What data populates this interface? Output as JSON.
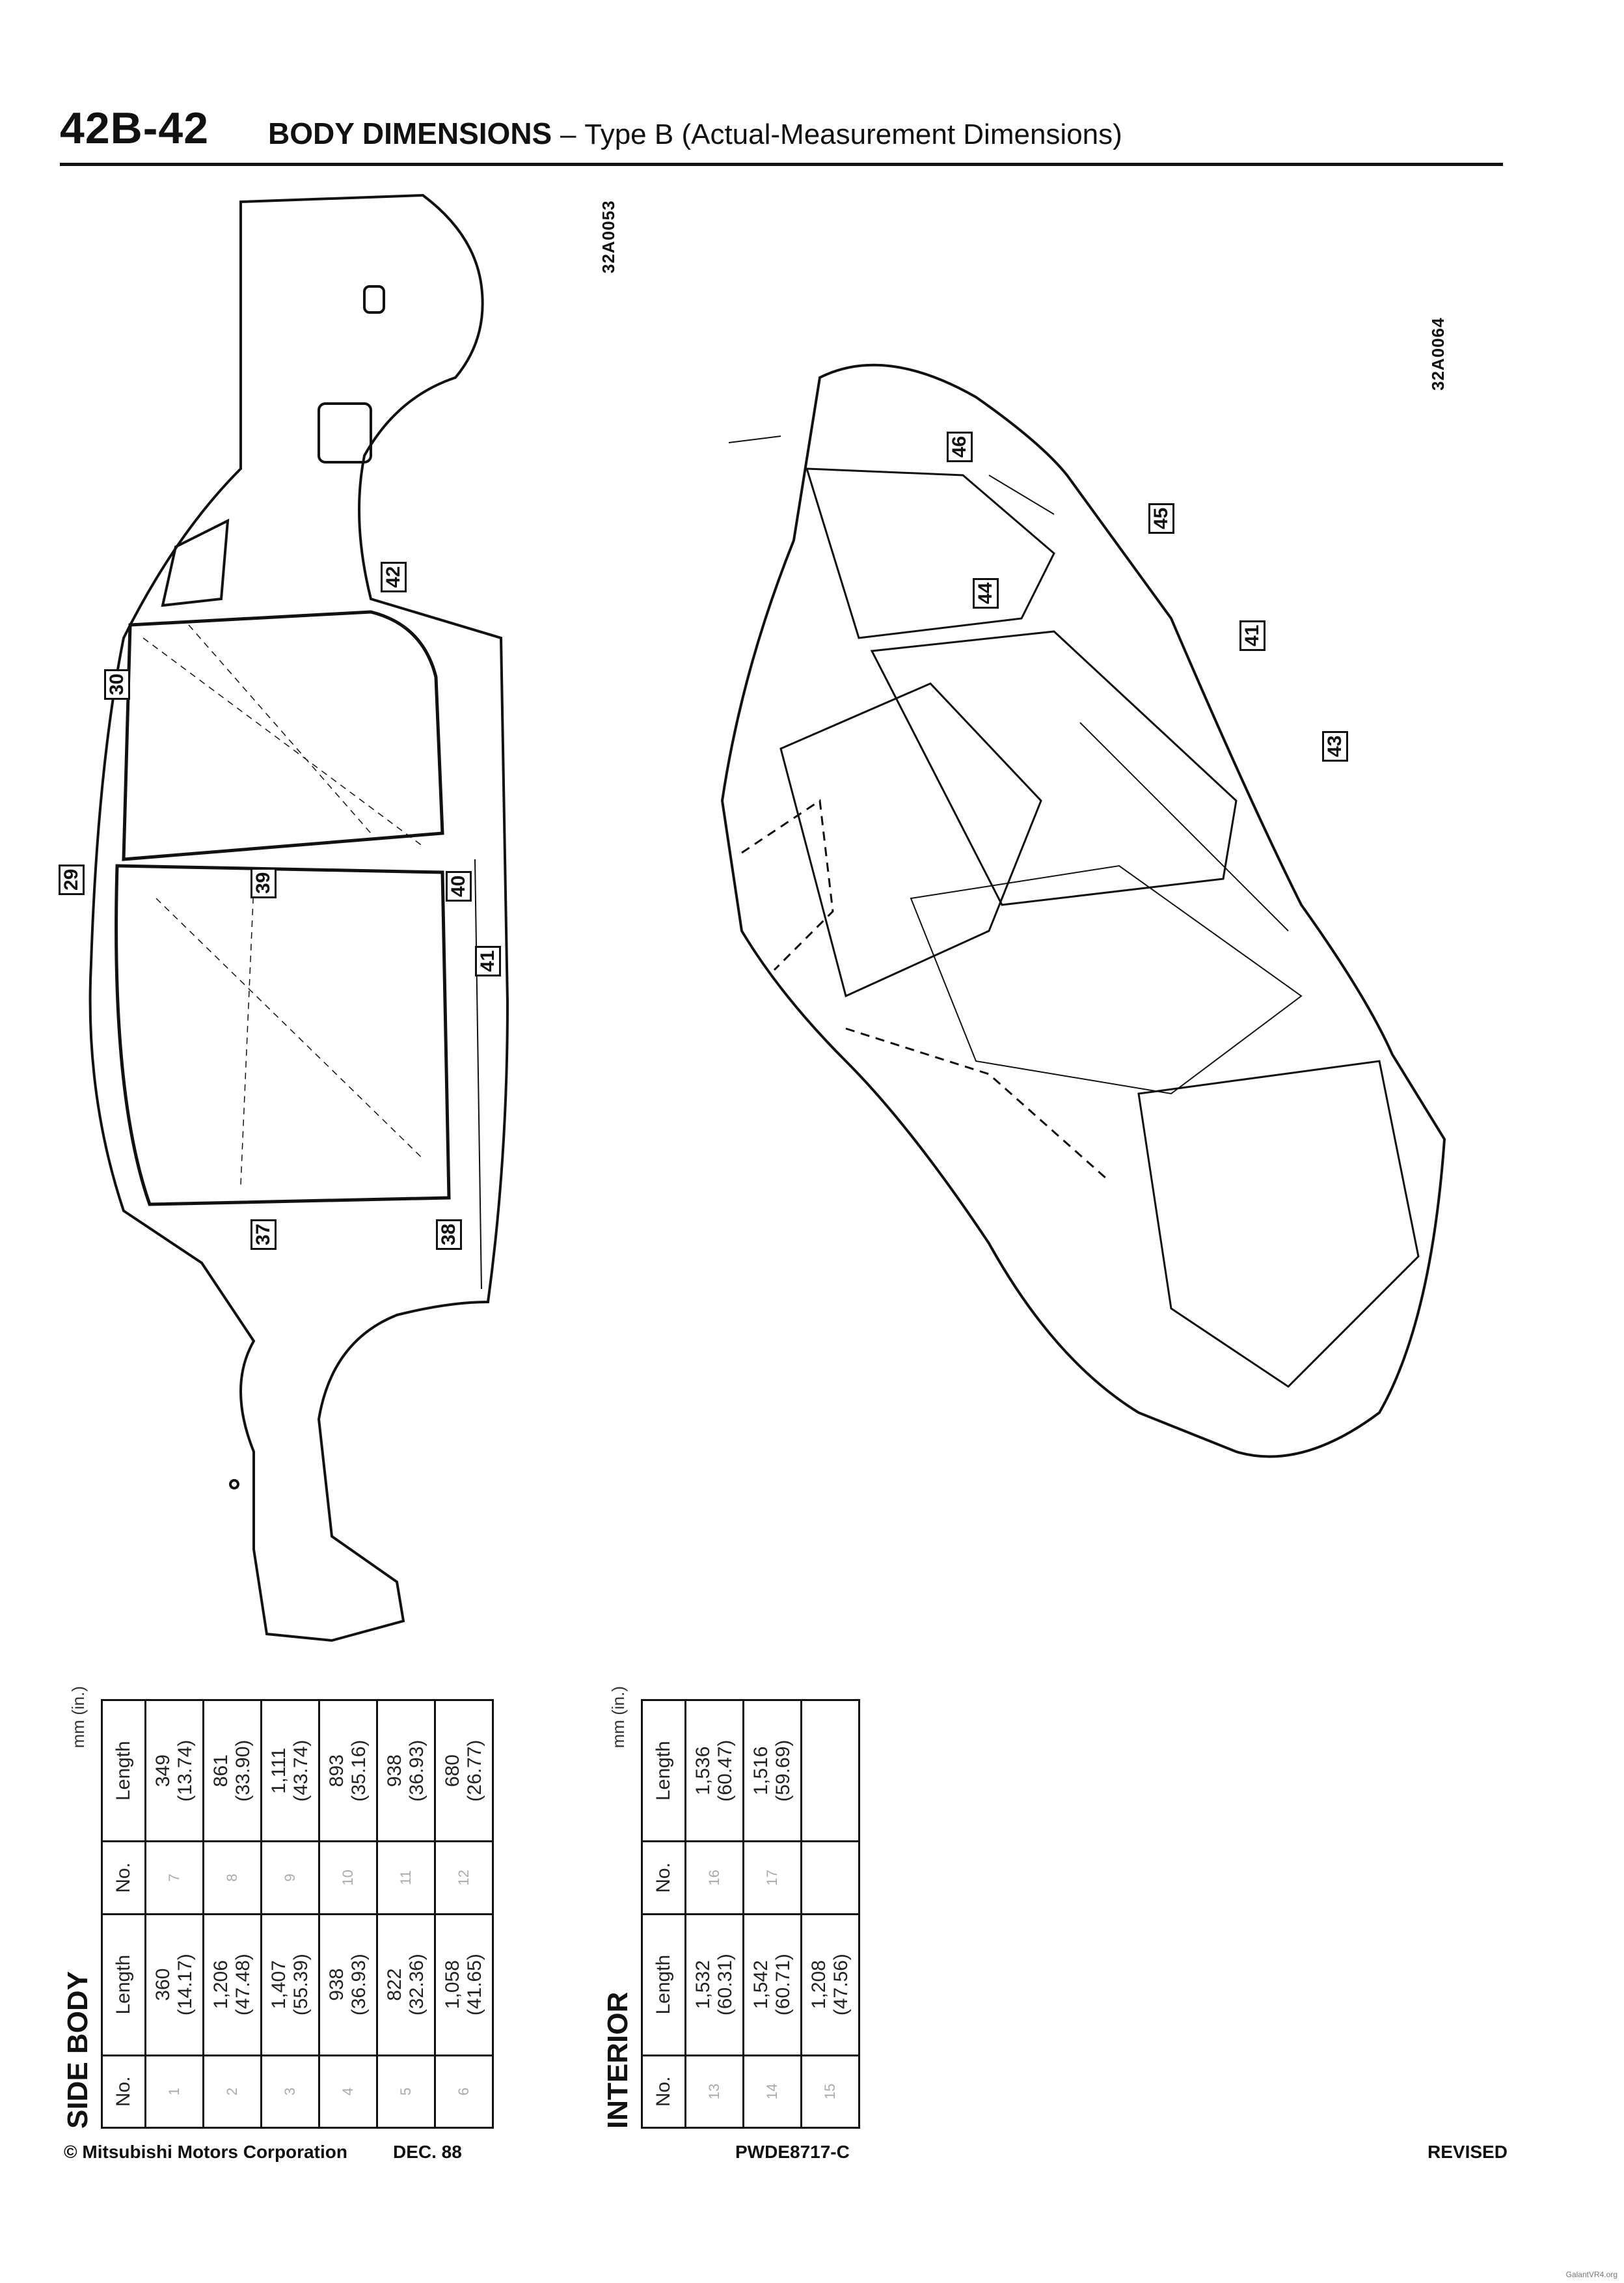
{
  "header": {
    "page_number": "42B-42",
    "title": "BODY DIMENSIONS",
    "dash": "–",
    "subtitle": "Type B (Actual-Measurement Dimensions)"
  },
  "figures": {
    "side_code": "32A0053",
    "interior_code": "32A0064",
    "side_callouts": [
      "29",
      "30",
      "37",
      "38",
      "39",
      "40",
      "41",
      "42"
    ],
    "interior_callouts": [
      "41",
      "43",
      "44",
      "45",
      "46"
    ]
  },
  "side_body": {
    "title": "SIDE BODY",
    "unit": "mm (in.)",
    "headers": [
      "No.",
      "Length",
      "No.",
      "Length"
    ],
    "rows": [
      {
        "no1": "1",
        "len1": "360",
        "in1": "(14.17)",
        "no2": "7",
        "len2": "349",
        "in2": "(13.74)"
      },
      {
        "no1": "2",
        "len1": "1,206",
        "in1": "(47.48)",
        "no2": "8",
        "len2": "861",
        "in2": "(33.90)"
      },
      {
        "no1": "3",
        "len1": "1,407",
        "in1": "(55.39)",
        "no2": "9",
        "len2": "1,111",
        "in2": "(43.74)"
      },
      {
        "no1": "4",
        "len1": "938",
        "in1": "(36.93)",
        "no2": "10",
        "len2": "893",
        "in2": "(35.16)"
      },
      {
        "no1": "5",
        "len1": "822",
        "in1": "(32.36)",
        "no2": "11",
        "len2": "938",
        "in2": "(36.93)"
      },
      {
        "no1": "6",
        "len1": "1,058",
        "in1": "(41.65)",
        "no2": "12",
        "len2": "680",
        "in2": "(26.77)"
      }
    ]
  },
  "interior": {
    "title": "INTERIOR",
    "unit": "mm (in.)",
    "headers": [
      "No.",
      "Length",
      "No.",
      "Length"
    ],
    "rows": [
      {
        "no1": "13",
        "len1": "1,532",
        "in1": "(60.31)",
        "no2": "16",
        "len2": "1,536",
        "in2": "(60.47)"
      },
      {
        "no1": "14",
        "len1": "1,542",
        "in1": "(60.71)",
        "no2": "17",
        "len2": "1,516",
        "in2": "(59.69)"
      },
      {
        "no1": "15",
        "len1": "1,208",
        "in1": "(47.56)",
        "no2": "",
        "len2": "",
        "in2": ""
      }
    ]
  },
  "footer": {
    "copyright": "© Mitsubishi Motors Corporation",
    "date": "DEC. 88",
    "code": "PWDE8717-C",
    "status": "REVISED",
    "watermark": "GalantVR4.org"
  }
}
